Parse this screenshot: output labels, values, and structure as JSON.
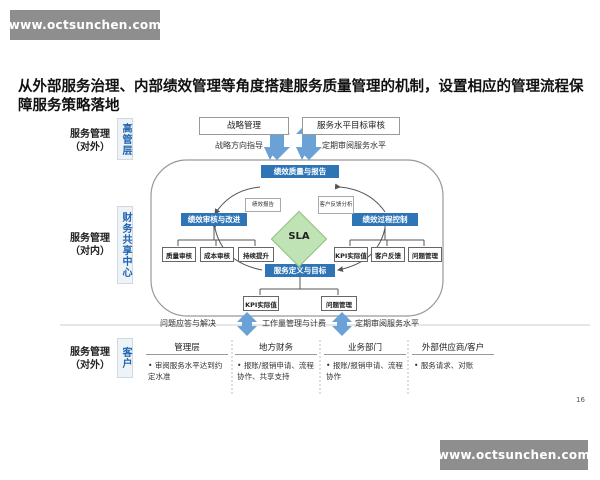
{
  "watermark": "www.octsunchen.com",
  "title": "从外部服务治理、内部绩效管理等角度搭建服务质量管理的机制，设置相应的管理流程保障服务策略落地",
  "rows": [
    {
      "label": "服务管理\n（对外）",
      "tab": "高管层"
    },
    {
      "label": "服务管理\n（对内）",
      "tab": "财务共享中心"
    },
    {
      "label": "服务管理\n（对外）",
      "tab": "客户"
    }
  ],
  "top": {
    "left_box": "战略管理",
    "right_box": "服务水平目标审核",
    "left_caption": "战略方向指导",
    "right_caption": "定期审阅服务水平"
  },
  "center": {
    "report": "绩效质量与报告",
    "perf_improve": "绩效审核与改进",
    "process_control": "绩效过程控制",
    "service_def": "服务定义与目标",
    "sla": "SLA",
    "perf_report": "绩效报告",
    "client_feedback": "客户反馈分析",
    "left_items": [
      "质量审核",
      "成本审核",
      "持续提升"
    ],
    "right_items": [
      "KPI实际值",
      "客户反馈",
      "问题管理"
    ],
    "bottom_left": "KPI实际值",
    "bottom_right": "问题管理"
  },
  "bottom": {
    "caption_left": "问题应答与解决",
    "caption_mid": "工作量管理与计费",
    "caption_right": "定期审阅服务水平",
    "columns": [
      {
        "head": "管理层",
        "items": [
          "审阅服务水平达到约定水准"
        ]
      },
      {
        "head": "地方财务",
        "items": [
          "报账/报销申请、流程协作、共享支持"
        ]
      },
      {
        "head": "业务部门",
        "items": [
          "报账/报销申请、流程协作"
        ]
      },
      {
        "head": "外部供应商/客户",
        "items": [
          "服务请求、对账"
        ]
      }
    ]
  },
  "page_number": "16",
  "colors": {
    "accent": "#2e75b6",
    "arrow": "#6aa1d6",
    "sla": "#bfe3b4"
  }
}
